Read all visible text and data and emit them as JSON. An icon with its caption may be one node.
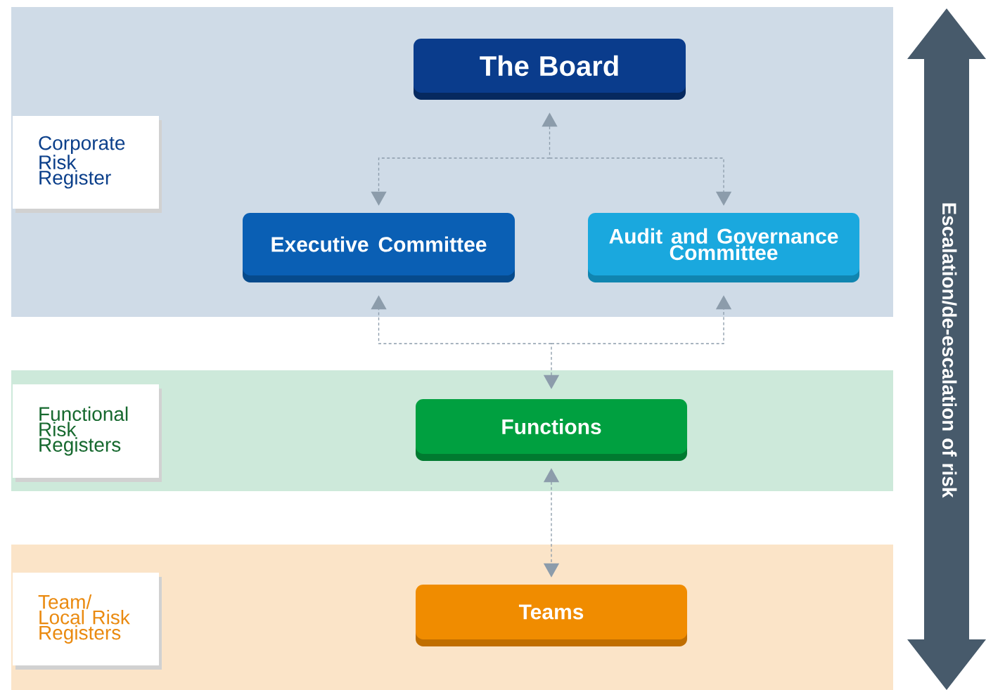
{
  "diagram": {
    "nodes": [
      {
        "text": [],
        "shape": "box"
      },
      {
        "text": [
          "Corporate Risk Register"
        ],
        "in": 0
      },
      {
        "text": [
          "The Board"
        ],
        "in": 0
      },
      {
        "text": [
          "Executive Committee"
        ],
        "in": 0
      },
      {
        "text": [
          "Audit and Governance Committee"
        ],
        "in": 0
      },
      {
        "text": [],
        "shape": "box"
      },
      {
        "text": [
          "Functional Risk Registers"
        ],
        "in": 5
      },
      {
        "text": [
          "Functions"
        ],
        "in": 5
      },
      {
        "text": [],
        "shape": "box"
      },
      {
        "text": [
          "Team/ Local Risk Registers"
        ],
        "in": 8
      },
      {
        "text": [
          "Teams"
        ],
        "in": 8
      },
      {
        "text": [
          "Escalation/de-escalation of risk"
        ]
      }
    ],
    "edges": [
      {
        "from": 2,
        "to": 3,
        "arrow": "both",
        "style": "dashed"
      },
      {
        "from": 2,
        "to": 4,
        "arrow": "both",
        "style": "dashed"
      },
      {
        "from": 7,
        "to": 3,
        "arrow": "both",
        "style": "dashed"
      },
      {
        "from": 7,
        "to": 4,
        "arrow": "both",
        "style": "dashed"
      },
      {
        "from": 7,
        "to": 10,
        "arrow": "both",
        "style": "dashed"
      }
    ]
  }
}
